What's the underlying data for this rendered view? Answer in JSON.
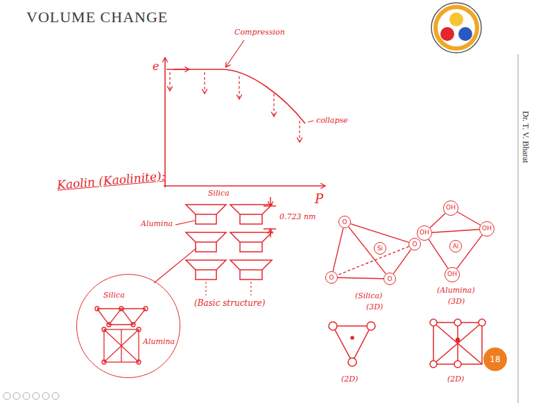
{
  "diagram": {
    "title": "VOLUME CHANGE",
    "nodes": [
      {
        "text": [
          "O"
        ]
      },
      {
        "text": [
          "Si"
        ]
      },
      {
        "text": [
          "O"
        ]
      },
      {
        "text": [
          "O"
        ]
      },
      {
        "text": [
          "O"
        ]
      },
      {
        "text": [
          "OH"
        ]
      },
      {
        "text": [
          "OH"
        ]
      },
      {
        "text": [
          "Al"
        ]
      },
      {
        "text": [
          "OH"
        ]
      },
      {
        "text": [
          "OH"
        ]
      },
      {
        "text": [
          "Silica",
          "Alumina"
        ]
      },
      {
        "text": [
          "18"
        ]
      }
    ],
    "edges": [
      {
        "from": 0,
        "to": 2,
        "arrow": "none"
      },
      {
        "from": 0,
        "to": 3,
        "arrow": "none"
      },
      {
        "from": 0,
        "to": 4,
        "arrow": "none"
      },
      {
        "from": 3,
        "to": 4,
        "arrow": "none"
      },
      {
        "from": 2,
        "to": 4,
        "arrow": "none"
      },
      {
        "from": 2,
        "to": 3,
        "arrow": "none"
      },
      {
        "from": 5,
        "to": 6,
        "arrow": "none"
      },
      {
        "from": 5,
        "to": 8,
        "arrow": "none"
      },
      {
        "from": 6,
        "to": 9,
        "arrow": "none"
      },
      {
        "from": 8,
        "to": 9,
        "arrow": "none"
      },
      {
        "from": 6,
        "to": 8,
        "arrow": "none"
      }
    ],
    "labels": [
      "e",
      "Compression",
      "collapse",
      "P",
      "Kaolin (Kaolinite):",
      "Silica",
      "0.723 nm",
      "Alumina",
      "(Basic structure)",
      "(Silica)",
      "(3D)",
      "(Alumina)",
      "(3D)",
      "(2D)",
      "(2D)",
      "Dr. T. V. Bharat"
    ]
  }
}
